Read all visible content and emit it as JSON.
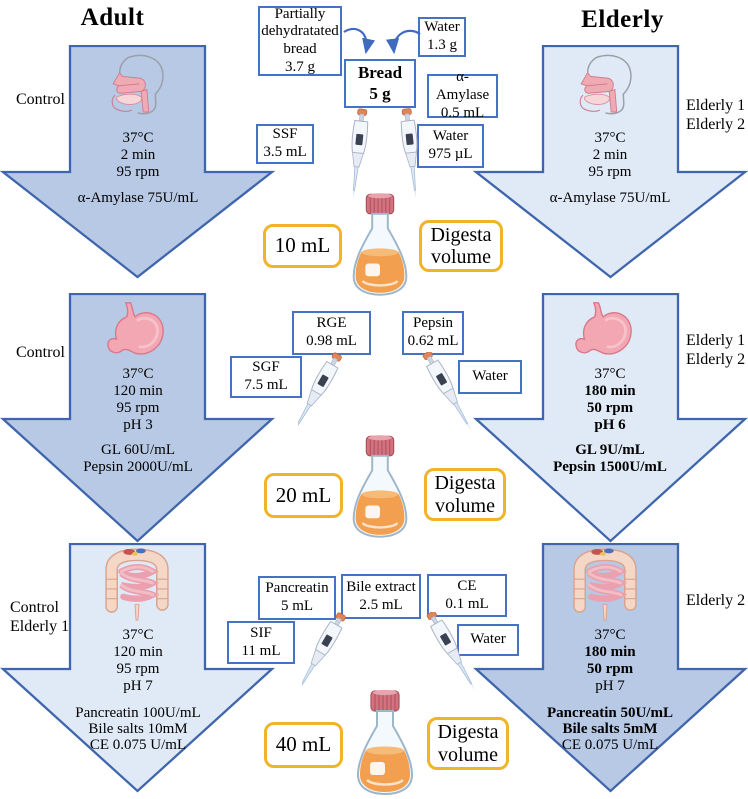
{
  "title_left": "Adult",
  "title_right": "Elderly",
  "colors": {
    "arrow_medium": "#b7c9e4",
    "arrow_light": "#e0eaf6",
    "arrow_border": "#3f66ad",
    "box_border": "#4472c4",
    "yellow_border": "#f0b428",
    "flask_liquid": "#f2a04f",
    "flask_cap": "#d4737f"
  },
  "adult": {
    "oral": {
      "label": "Control",
      "conditions": [
        "37°C",
        "2 min",
        "95 rpm"
      ],
      "enzymes": [
        "α-Amylase 75U/mL"
      ]
    },
    "gastric": {
      "label": "Control",
      "conditions": [
        "37°C",
        "120 min",
        "95 rpm",
        "pH 3"
      ],
      "enzymes": [
        "GL 60U/mL",
        "Pepsin 2000U/mL"
      ]
    },
    "intestinal": {
      "labels": [
        "Control",
        "Elderly 1"
      ],
      "conditions": [
        "37°C",
        "120 min",
        "95 rpm",
        "pH 7"
      ],
      "enzymes": [
        "Pancreatin 100U/mL",
        "Bile salts 10mM",
        "CE 0.075 U/mL"
      ]
    }
  },
  "elderly": {
    "oral": {
      "labels": [
        "Elderly 1",
        "Elderly 2"
      ],
      "conditions": [
        "37°C",
        "2 min",
        "95 rpm"
      ],
      "enzymes": [
        "α-Amylase 75U/mL"
      ]
    },
    "gastric": {
      "labels": [
        "Elderly 1",
        "Elderly 2"
      ],
      "conditions": [
        "37°C",
        "180 min",
        "50 rpm",
        "pH 6"
      ],
      "enzymes": [
        "GL 9U/mL",
        "Pepsin 1500U/mL"
      ]
    },
    "intestinal": {
      "label": "Elderly 2",
      "conditions": [
        "37°C",
        "180 min",
        "50 rpm",
        "pH 7"
      ],
      "enzymes": [
        "Pancreatin 50U/mL",
        "Bile salts 5mM",
        "CE 0.075 U/mL"
      ]
    }
  },
  "center": {
    "bread_inputs": {
      "partially": "Partially\ndehydratated\nbread\n3.7 g",
      "water": "Water\n1.3 g",
      "bread": "Bread\n5 g"
    },
    "oral": {
      "amylase": "α-Amylase\n0.5 mL",
      "ssf": "SSF\n3.5 mL",
      "water": "Water\n975 µL",
      "volume": "10 mL",
      "digesta": "Digesta\nvolume"
    },
    "gastric": {
      "rge": "RGE\n0.98 mL",
      "pepsin": "Pepsin\n0.62 mL",
      "sgf": "SGF\n7.5 mL",
      "water": "Water",
      "volume": "20 mL",
      "digesta": "Digesta\nvolume"
    },
    "intestinal": {
      "pancreatin": "Pancreatin\n5 mL",
      "bile": "Bile extract\n2.5 mL",
      "ce": "CE\n0.1 mL",
      "sif": "SIF\n11 mL",
      "water": "Water",
      "volume": "40 mL",
      "digesta": "Digesta\nvolume"
    }
  }
}
